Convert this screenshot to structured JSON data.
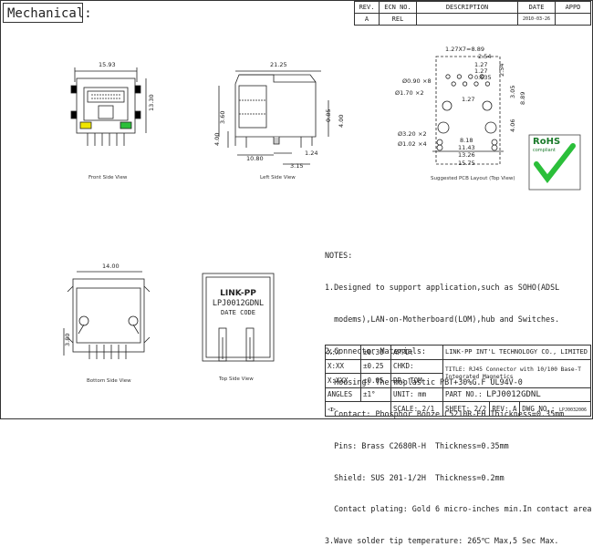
{
  "header": {
    "title": "Mechanical:"
  },
  "revision_table": {
    "headers": [
      "REV.",
      "ECN NO.",
      "DESCRIPTION",
      "DATE",
      "APPD"
    ],
    "row": [
      "A",
      "REL",
      "",
      "2010-03-26",
      ""
    ]
  },
  "views": {
    "front": "Front Side View",
    "left": "Left Side View",
    "pcb": "Suggested PCB Layout (Top View)",
    "bottom": "Bottom Side View",
    "top": "Top Side View"
  },
  "dimensions": {
    "front_width": "15.93",
    "front_height": "13.30",
    "left_width": "21.25",
    "left_h1": "3.60",
    "left_h2": "4.00",
    "left_h3": "0.85",
    "left_h4": "4.00",
    "left_w1": "10.80",
    "left_w2": "1.24",
    "left_w3": "3.15",
    "pcb_pitch": "1.27X7=8.89",
    "pcb_254a": "2.54",
    "pcb_127a": "1.27",
    "pcb_127b": "1.27",
    "pcb_0635": "0.635",
    "pcb_254b": "2.54",
    "pcb_hole1": "Ø0.90",
    "pcb_hole1_n": "×8",
    "pcb_hole2": "Ø1.70",
    "pcb_hole2_n": "×2",
    "pcb_hole3": "Ø3.20",
    "pcb_hole3_n": "×2",
    "pcb_hole4": "Ø1.02",
    "pcb_hole4_n": "×4",
    "pcb_305": "3.05",
    "pcb_889": "8.89",
    "pcb_127c": "1.27",
    "pcb_406": "4.06",
    "pcb_818": "8.18",
    "pcb_1143": "11.43",
    "pcb_1326": "13.26",
    "pcb_1575": "15.75",
    "bottom_width": "14.00",
    "bottom_h": "3.80"
  },
  "top_label": {
    "brand": "LINK-PP",
    "part": "LPJ0012GDNL",
    "code": "DATE CODE"
  },
  "rohs": {
    "text": "RoHS",
    "sub": "compliant"
  },
  "notes": [
    "NOTES:",
    "1.Designed to support application,such as SOHO(ADSL",
    "  modems),LAN-on-Motherboard(LOM),hub and Switches.",
    "2.Connector Materials:",
    "  Housing: Thermoplastic PBT+30%G.F UL94V-0",
    "  Contact: Phosphor Bonze C5210R-EH Thickness=0.35mm",
    "  Pins: Brass C2680R-H  Thickness=0.35mm",
    "  Shield: SUS 201-1/2H  Thickness=0.2mm",
    "  Contact plating: Gold 6 micro-inches min.In contact area.",
    "3.Wave solder tip temperature: 265℃ Max,5 Sec Max."
  ],
  "title_block": {
    "tol_x": "X:X",
    "tol_x_v": "±0.30",
    "appd": "APPD:",
    "company": "LINK-PP INT'L TECHNOLOGY CO., LIMITED",
    "tol_xx": "X:XX",
    "tol_xx_v": "±0.25",
    "chkd": "CHKD:",
    "tol_xxx": "X:XXX",
    "tol_xxx_v": "±0.05",
    "dr": "DR:",
    "dr_v": "TOM",
    "title_label": "TITLE:",
    "title_v": "RJ45 Connector with 10/100 Base-T",
    "title_v2": "Integrated Magnetics",
    "angles": "ANGLES",
    "angles_v": "±1°",
    "unit": "UNIT:",
    "unit_v": "mm",
    "part_label": "PART NO.:",
    "part_v": "LPJ0012GDNL",
    "scale": "SCALE:",
    "scale_v": "2/1",
    "sheet": "SHEET:",
    "sheet_v": "2/2",
    "rev": "REV:",
    "rev_v": "A",
    "dwg": "DWG NO.:",
    "dwg_v": "LPJ0032006"
  }
}
